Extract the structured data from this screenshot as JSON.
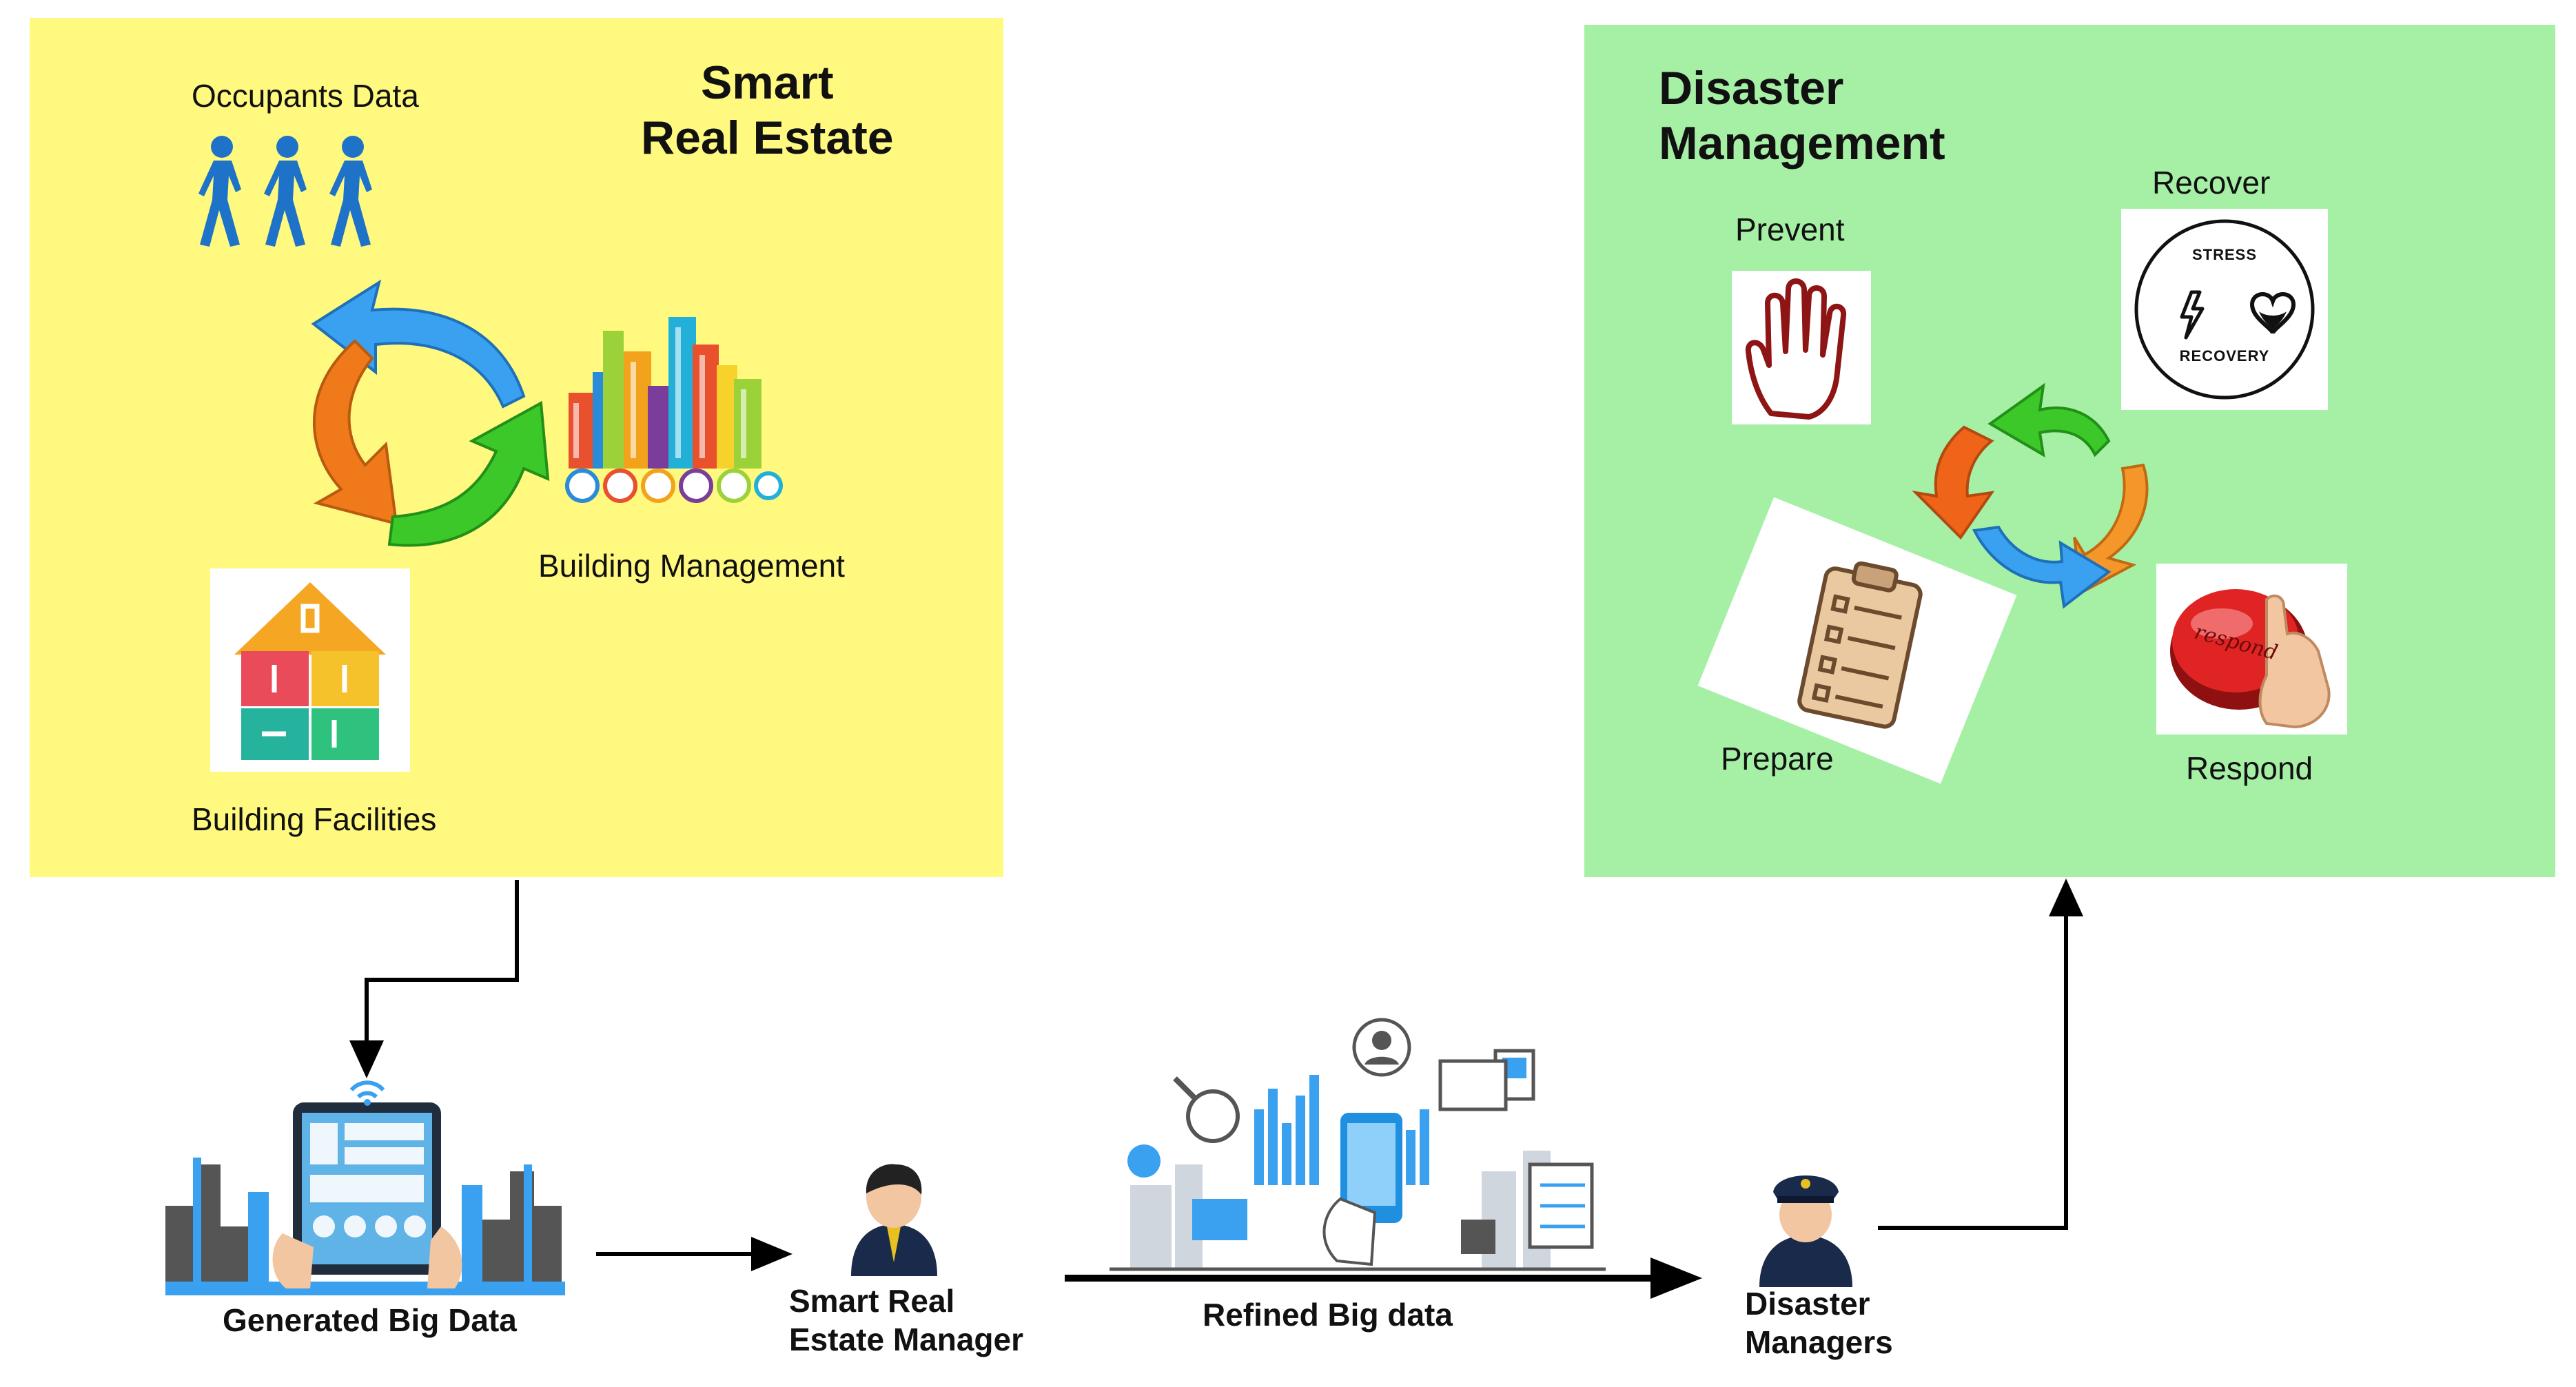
{
  "smart_real_estate": {
    "title": "Smart\nReal Estate",
    "occupants_label": "Occupants Data",
    "building_management_label": "Building Management",
    "building_facilities_label": "Building Facilities"
  },
  "disaster_management": {
    "title": "Disaster\nManagement",
    "prevent_label": "Prevent",
    "recover_label": "Recover",
    "prepare_label": "Prepare",
    "respond_label": "Respond",
    "recover_badge_top": "STRESS",
    "recover_badge_bottom": "RECOVERY",
    "respond_button_text": "respond"
  },
  "flow": {
    "generated_big_data": "Generated Big Data",
    "smart_real_estate_manager": "Smart Real\nEstate Manager",
    "refined_big_data": "Refined Big data",
    "disaster_managers": "Disaster\nManagers"
  },
  "colors": {
    "smart_real_estate_bg": "#FFF97F",
    "disaster_management_bg": "#A6F0A6",
    "people_blue": "#1E73C8",
    "arrow_blue": "#3AA0F0",
    "arrow_orange": "#F07A1A",
    "arrow_green": "#3CC828",
    "connector": "#000000"
  }
}
